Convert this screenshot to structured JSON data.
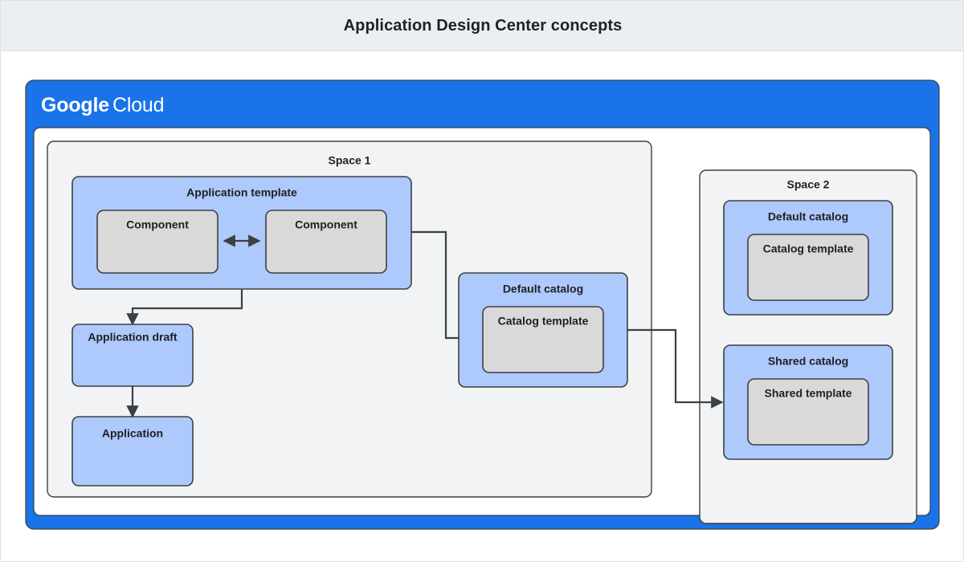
{
  "header": {
    "title": "Application Design Center concepts",
    "background_color": "#eceff1",
    "text_color": "#202124"
  },
  "cloud_frame": {
    "brand_primary": "Google",
    "brand_secondary": "Cloud",
    "brand_full": "Google Cloud",
    "frame_color": "#1a73e8",
    "panel_color": "#ffffff"
  },
  "colors": {
    "accent_blue": "#1a73e8",
    "node_blue_fill": "#aec9fb",
    "node_gray_fill": "#d9d9d9",
    "container_fill": "#f1f3f4",
    "stroke": "#3c4043",
    "canvas": "#ffffff"
  },
  "spaces": [
    {
      "id": "space-1",
      "label": "Space 1",
      "nodes": [
        {
          "id": "application-template",
          "label": "Application template",
          "fill": "blue",
          "children": [
            {
              "id": "component-left",
              "label": "Component",
              "fill": "gray"
            },
            {
              "id": "component-right",
              "label": "Component",
              "fill": "gray"
            }
          ]
        },
        {
          "id": "application-draft",
          "label": "Application draft",
          "fill": "blue"
        },
        {
          "id": "application",
          "label": "Application",
          "fill": "blue"
        },
        {
          "id": "default-catalog-space1",
          "label": "Default catalog",
          "fill": "blue",
          "children": [
            {
              "id": "catalog-template-space1",
              "label": "Catalog template",
              "fill": "gray"
            }
          ]
        }
      ]
    },
    {
      "id": "space-2",
      "label": "Space 2",
      "nodes": [
        {
          "id": "default-catalog-space2",
          "label": "Default catalog",
          "fill": "blue",
          "children": [
            {
              "id": "catalog-template-space2",
              "label": "Catalog template",
              "fill": "gray"
            }
          ]
        },
        {
          "id": "shared-catalog",
          "label": "Shared catalog",
          "fill": "blue",
          "children": [
            {
              "id": "shared-template",
              "label": "Shared template",
              "fill": "gray"
            }
          ]
        }
      ]
    }
  ],
  "connectors": [
    {
      "id": "components-bidirectional",
      "from": "component-left",
      "to": "component-right",
      "arrows": "both"
    },
    {
      "id": "template-to-draft",
      "from": "application-template",
      "to": "application-draft",
      "arrows": "end"
    },
    {
      "id": "draft-to-application",
      "from": "application-draft",
      "to": "application",
      "arrows": "end"
    },
    {
      "id": "template-to-default-catalog",
      "from": "application-template",
      "to": "catalog-template-space1",
      "arrows": "end"
    },
    {
      "id": "default-catalog-to-shared-catalog",
      "from": "default-catalog-space1",
      "to": "shared-catalog",
      "arrows": "end"
    }
  ]
}
